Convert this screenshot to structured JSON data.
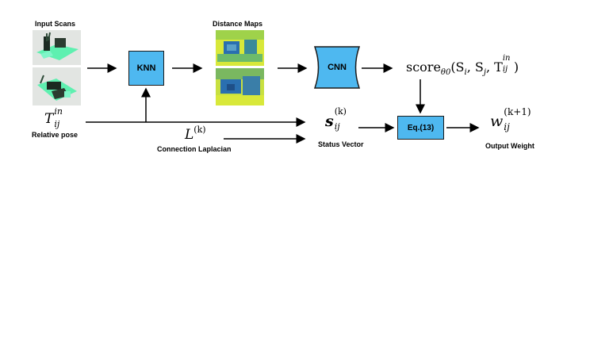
{
  "labels": {
    "input_scans": "Input Scans",
    "distance_maps": "Distance Maps",
    "relative_pose": "Relative pose",
    "connection_laplacian": "Connection Laplacian",
    "status_vector": "Status Vector",
    "output_weight": "Output Weight"
  },
  "boxes": {
    "knn": "KNN",
    "cnn": "CNN",
    "eq": "Eq.(13)"
  },
  "math": {
    "t_base": "T",
    "t_sup": "in",
    "t_sub": "ij",
    "l_base": "L",
    "l_sup": "(k)",
    "s_base": "s",
    "s_sup": "(k)",
    "s_sub": "ij",
    "score_text": "score",
    "score_sub": "θ0",
    "score_args_open": "(S",
    "score_i": "i",
    "score_mid": ", S",
    "score_j": "j",
    "score_comma": ", T",
    "score_t_sup": "in",
    "score_t_sub": "ij",
    "score_close": ")",
    "w_base": "w",
    "w_sup": "(k+1)",
    "w_sub": "ij"
  },
  "colors": {
    "box_fill": "#4eb8f0",
    "scan_green": "#5ef0b0",
    "map_yellow": "#d8e83a",
    "map_blue": "#2a6fb0"
  }
}
